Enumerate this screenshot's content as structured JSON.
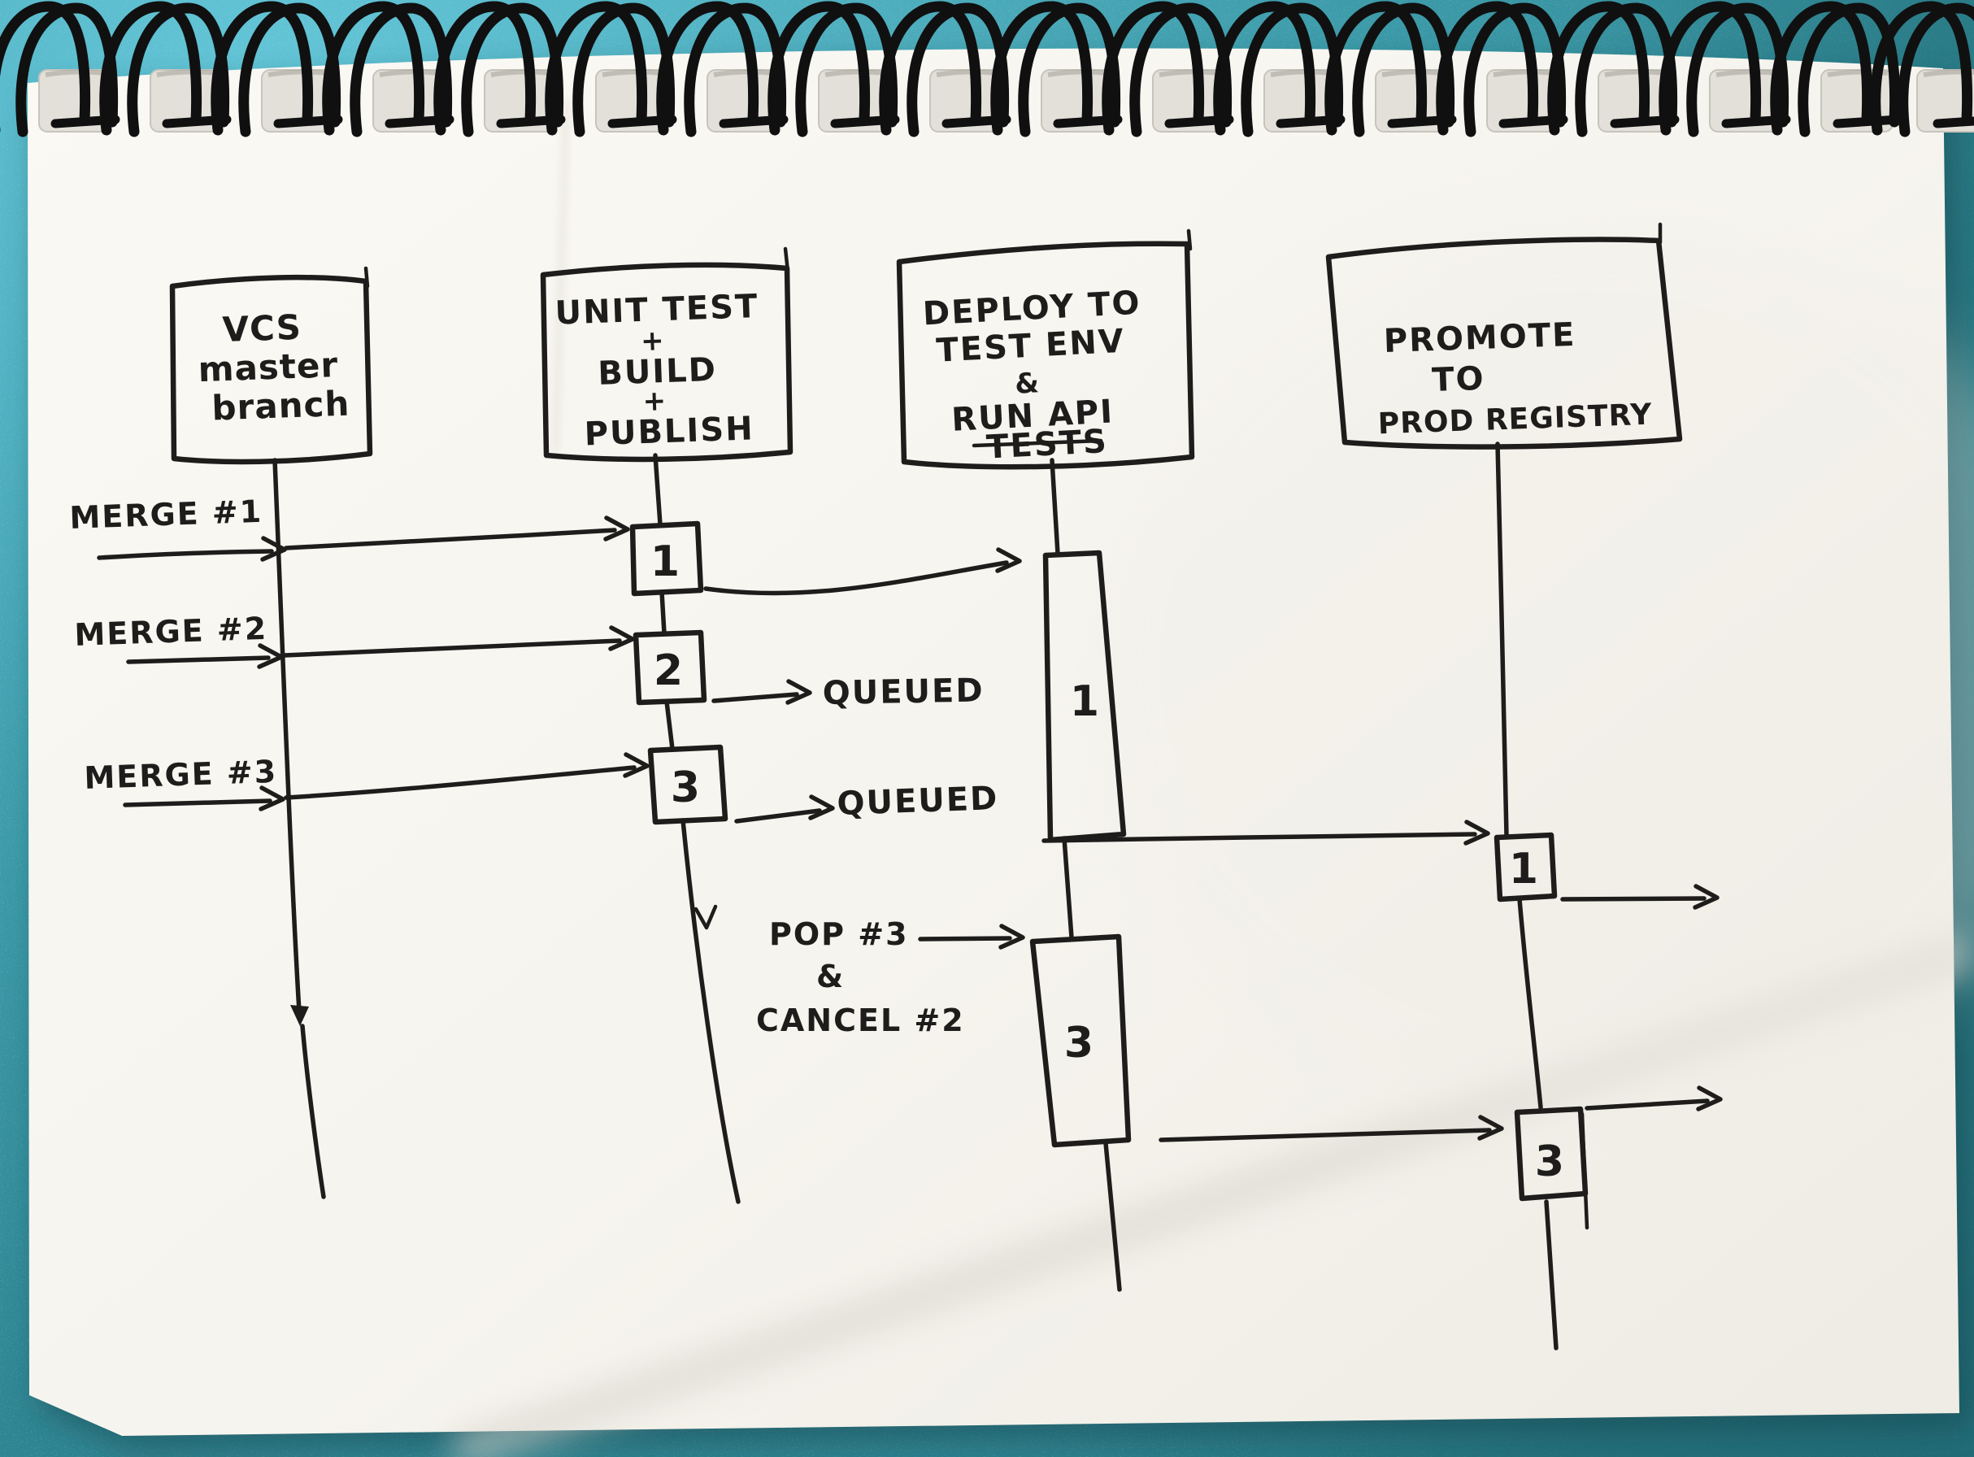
{
  "scene": {
    "description": "Hand-drawn CI/CD pipeline sequence diagram sketched in marker on a spiral-bound notepad lying on a teal desk",
    "colors": {
      "desk_teal": "#3898a6",
      "desk_teal_light": "#5fc4d6",
      "desk_teal_dark": "#23747e",
      "paper": "#f6f4ee",
      "ink": "#1e1d1b",
      "spiral_wire": "#101010"
    }
  },
  "actors": {
    "vcs": {
      "line1": "VCS",
      "line2": "master",
      "line3": "branch"
    },
    "build": {
      "line1": "UNIT TEST",
      "line2": "+",
      "line3": "BUILD",
      "line4": "+",
      "line5": "PUBLISH"
    },
    "deploy": {
      "line1": "DEPLOY TO",
      "line2": "TEST ENV",
      "line3": "&",
      "line4": "RUN API",
      "line5": "TESTS"
    },
    "promote": {
      "line1": "PROMOTE",
      "line2": "TO",
      "line3": "PROD REGISTRY"
    }
  },
  "labels": {
    "merge1": "MERGE #1",
    "merge2": "MERGE #2",
    "merge3": "MERGE #3",
    "queued1": "QUEUED",
    "queued2": "QUEUED",
    "pop_line1": "POP #3",
    "pop_line2": "&",
    "pop_line3": "CANCEL #2"
  },
  "activations": {
    "build1": "1",
    "build2": "2",
    "build3": "3",
    "deploy1": "1",
    "deploy3": "3",
    "promote1": "1",
    "promote3": "3"
  }
}
